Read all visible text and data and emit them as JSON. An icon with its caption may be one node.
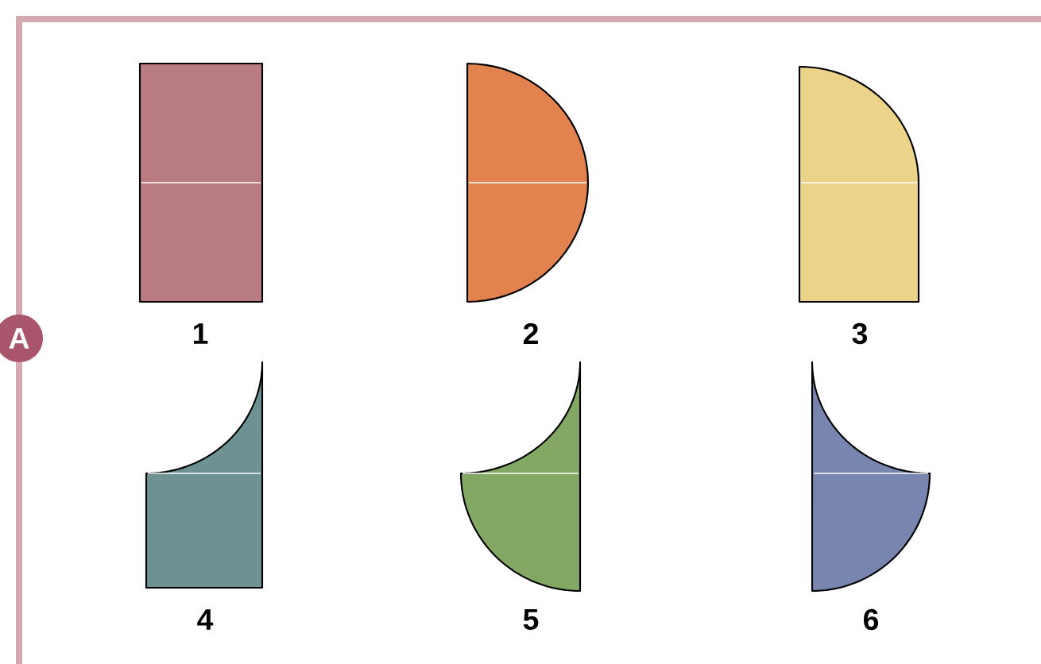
{
  "diagram": {
    "nodes": [
      {
        "text": [
          "A"
        ]
      }
    ],
    "labels": [
      "1",
      "2",
      "3",
      "4",
      "5",
      "6"
    ]
  }
}
